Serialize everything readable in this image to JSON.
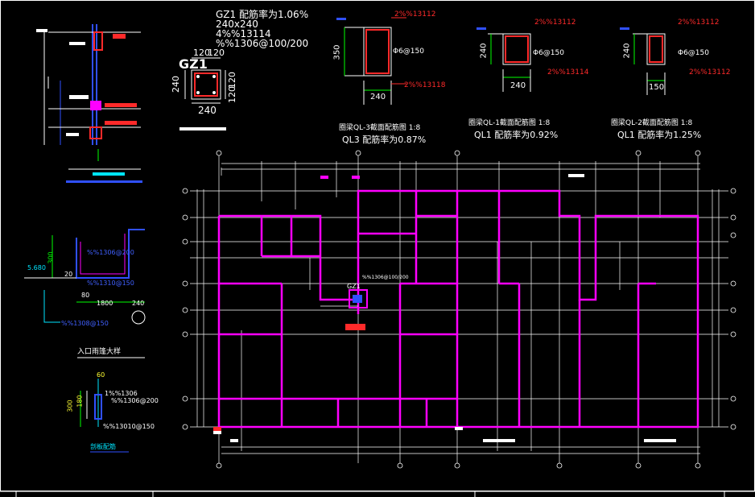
{
  "gz1": {
    "ratio": "GZ1 配筋率为1.06%",
    "size": "240x240",
    "bars": "4%%13114",
    "stirrups": "%%1306@100/200",
    "label": "GZ1",
    "dim_top_a": "120",
    "dim_top_b": "120",
    "dim_left": "240",
    "dim_right_a": "120",
    "dim_right_b": "120",
    "dim_bottom": "240"
  },
  "ql3": {
    "top_bars": "2%%13112",
    "bottom_bars": "2%%13118",
    "stirrup": "Φ6@150",
    "height": "350",
    "width": "240",
    "title": "圈梁QL-3截面配筋图 1:8",
    "ratio": "QL3 配筋率为0.87%"
  },
  "ql1": {
    "top_bars": "2%%13112",
    "bottom_bars": "2%%13114",
    "stirrup": "Φ6@150",
    "height": "240",
    "width": "240",
    "title": "圈梁QL-1截面配筋图 1:8",
    "ratio": "QL1 配筋率为0.92%"
  },
  "ql2": {
    "top_bars": "2%%13112",
    "bottom_bars": "2%%13112",
    "stirrup": "Φ6@150",
    "height": "240",
    "width": "150",
    "title": "圈梁QL-2截面配筋图 1:8",
    "ratio": "QL1 配筋率为1.25%"
  },
  "stair": {
    "label_5680": "5.680",
    "dim_300": "300",
    "dim_20": "20",
    "dim_80": "80",
    "dim_1800": "1800",
    "dim_240": "240",
    "rebar_a": "%%1306@200",
    "rebar_b": "%%1310@150",
    "rebar_c": "%%1308@150",
    "title": "入口雨篷大样"
  },
  "slab": {
    "dim_60": "60",
    "dim_300": "300",
    "dim_180": "180",
    "rebar_a": "1%%1306",
    "rebar_b": "%%1306@200",
    "rebar_c": "%%13010@150",
    "title": "剖板配筋"
  },
  "plan": {
    "gz1_tag": "GZ1",
    "gz1_spec": "%%1306@100/200"
  },
  "colors": {
    "wall": "#ff00ff",
    "grid": "#ffffff",
    "rebar": "#ff2a2a",
    "dim": "#00ff00",
    "accent": "#00e5ff"
  }
}
